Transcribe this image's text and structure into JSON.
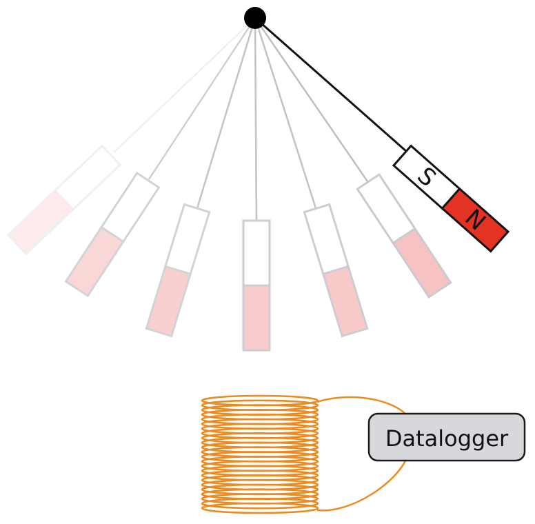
{
  "magnet": {
    "south_label": "S",
    "north_label": "N",
    "north_color": "#e53323",
    "faded_north_color": "#f4a0a0",
    "outline_color": "#111111",
    "faded_outline_color": "#c8c8cc"
  },
  "pendulum": {
    "pivot_color": "#000000",
    "ghost_positions": 6,
    "current_position": 1
  },
  "coil": {
    "wire_color": "#ec8a1f",
    "turns": 24
  },
  "datalogger": {
    "label": "Datalogger",
    "fill_color": "#d8d8dc",
    "border_color": "#1a1a1a"
  }
}
